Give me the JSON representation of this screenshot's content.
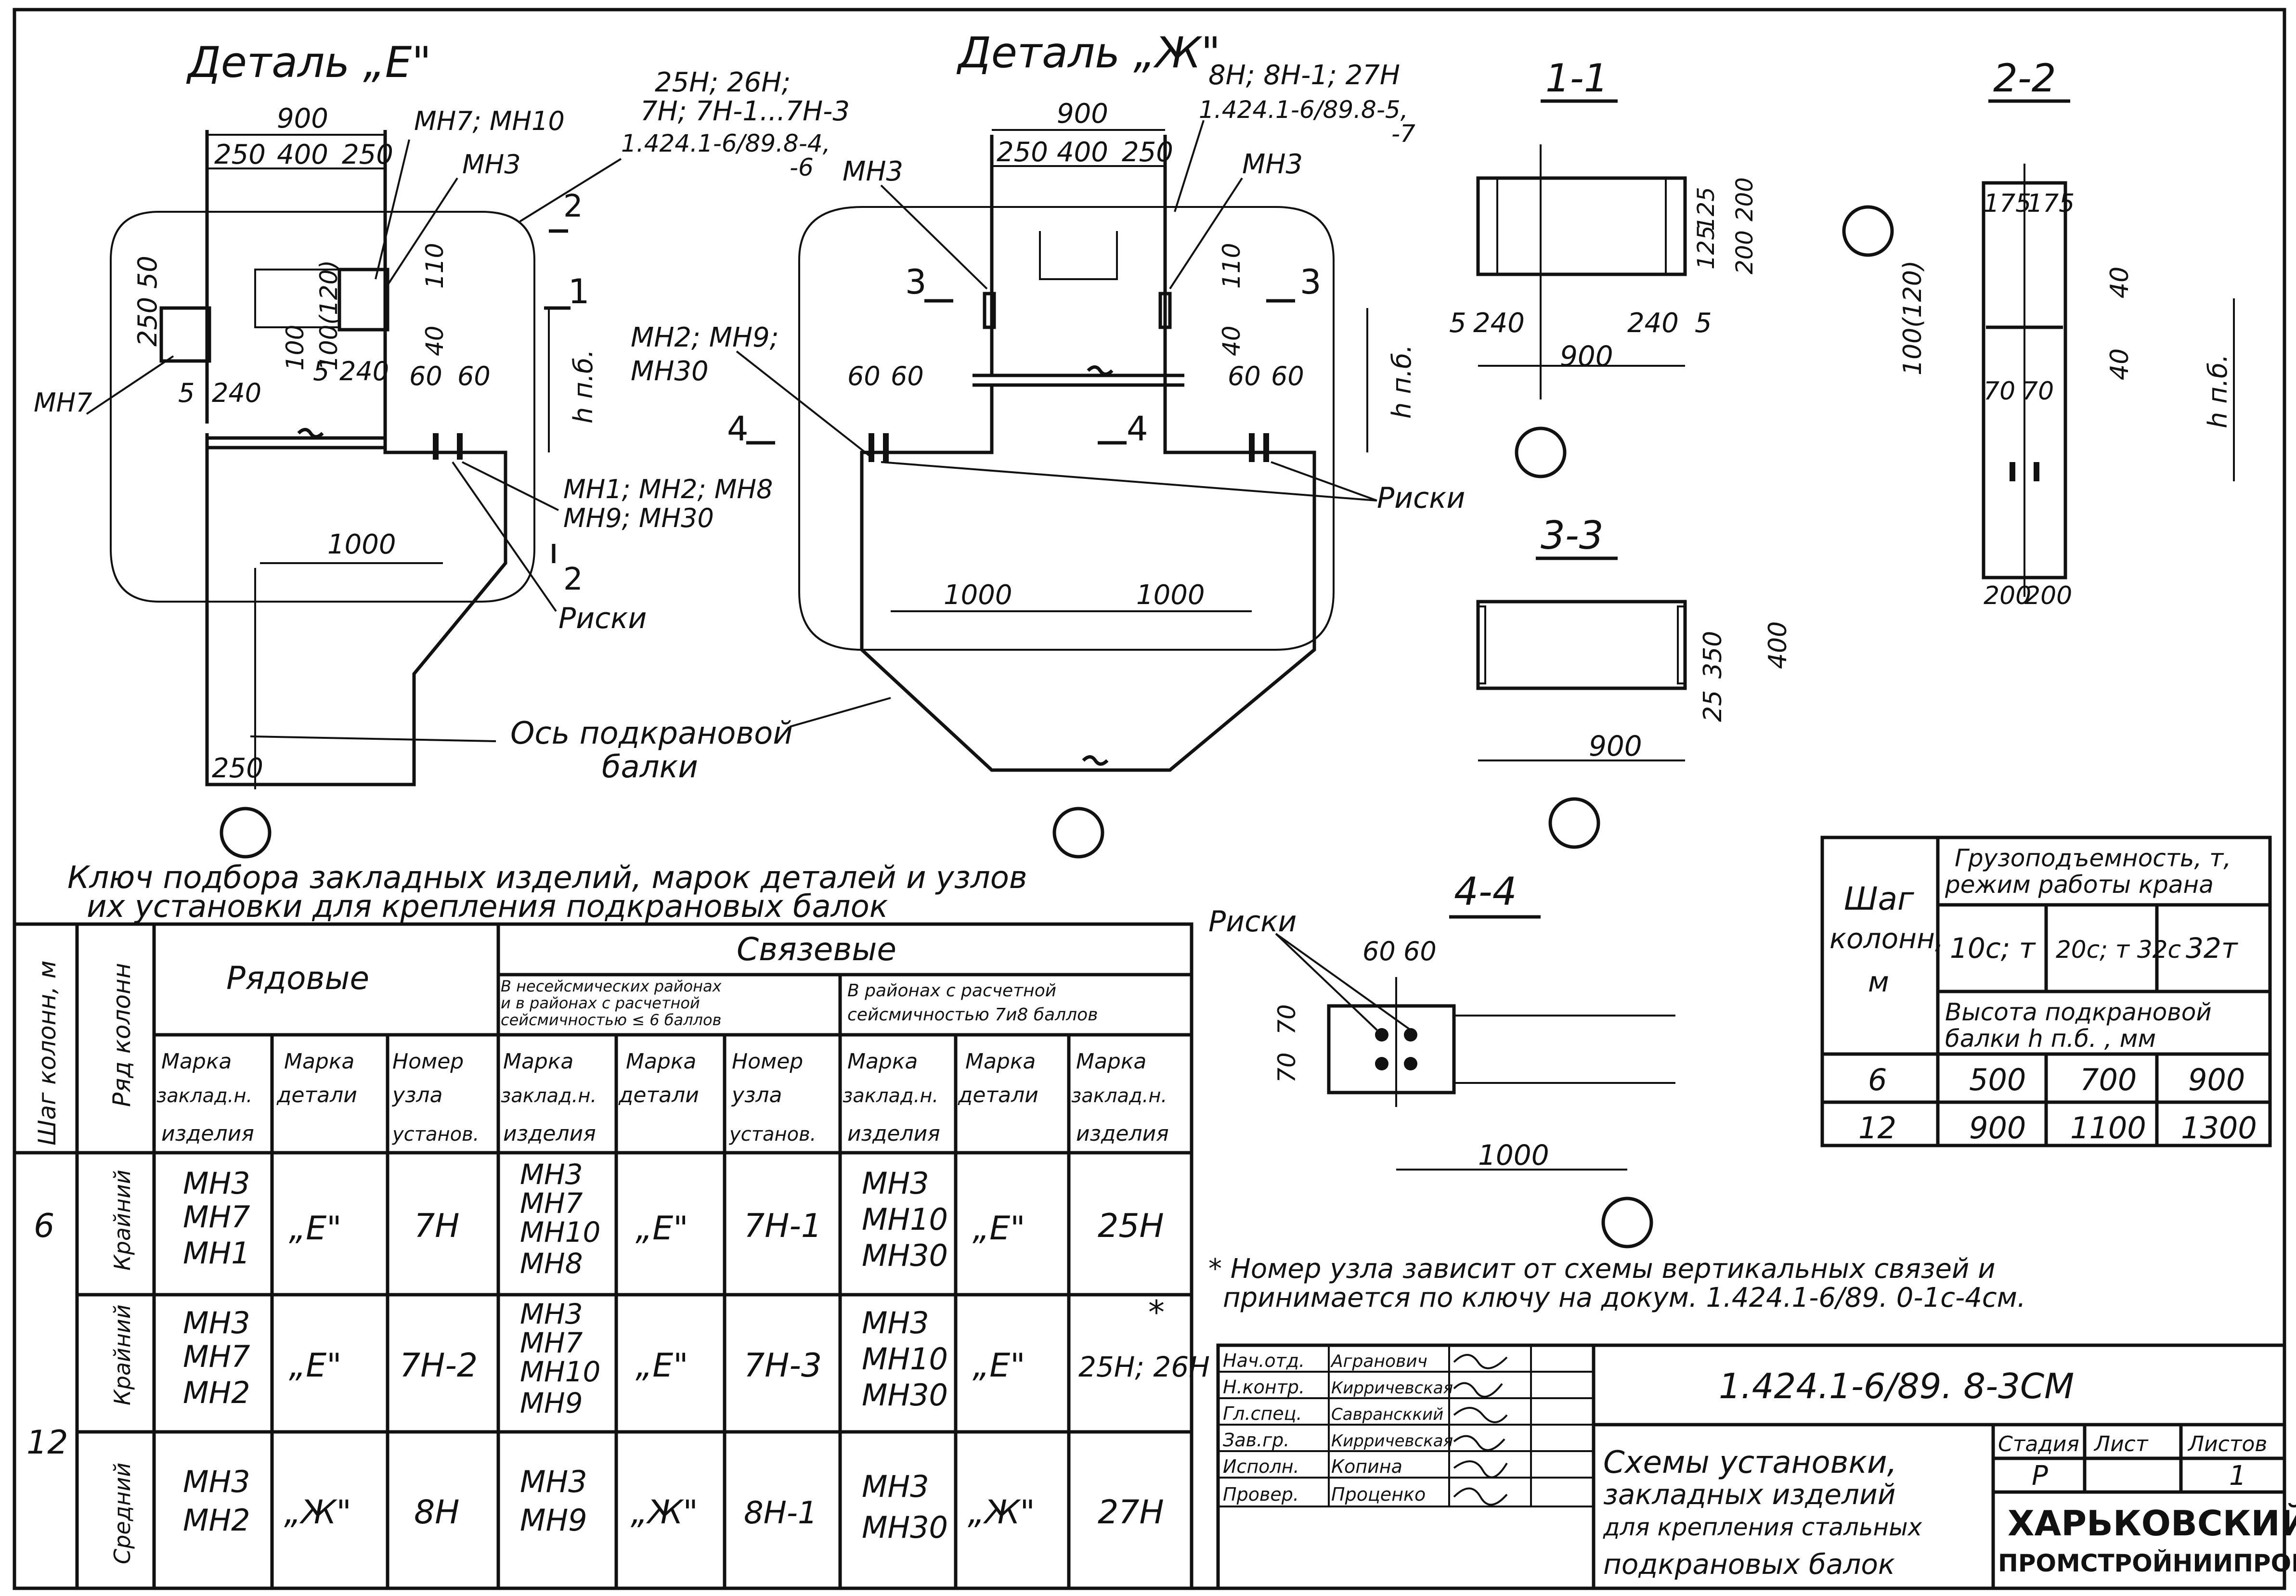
{
  "details": {
    "e_title": "Деталь „Е\"",
    "zh_title": "Деталь „Ж\"",
    "e_callout": [
      "25Н; 26Н;",
      "7Н; 7Н-1...7Н-3",
      "1.424.1-6/89.8-4,",
      "-6"
    ],
    "zh_callout": [
      "8Н; 8Н-1; 27Н",
      "1.424.1-6/89.8-5,",
      "-7"
    ],
    "dims": {
      "d900": "900",
      "d250": "250",
      "d400": "400",
      "d1000": "1000",
      "d60": "60",
      "d5": "5",
      "d240": "240",
      "d110": "110",
      "d40": "40",
      "d100_120": "100(120)",
      "d100": "100",
      "d50": "50",
      "d250_v": "250",
      "hpb": "h п.б."
    },
    "labels": {
      "mn7_mn10": "МН7; МН10",
      "mn3": "МН3",
      "mn7": "МН7",
      "mn2_mn9": "МН2; МН9;",
      "mn30": "МН30",
      "mn1_list_1": "МН1; МН2; МН8",
      "mn1_list_2": "МН9; МН30",
      "riski": "Риски",
      "axis_1": "Ось подкрановой",
      "axis_2": "балки",
      "cut1": "1",
      "cut2": "2",
      "cut3": "3",
      "cut4": "4"
    }
  },
  "sections": {
    "s11": "1-1",
    "s22": "2-2",
    "s33": "3-3",
    "s44": "4-4",
    "s11_dims": {
      "d125": "125",
      "d200": "200",
      "d5": "5",
      "d240": "240",
      "d900": "900"
    },
    "s22_dims": {
      "d175": "175",
      "d40": "40",
      "d70": "70",
      "d200": "200",
      "d100_120": "100(120)",
      "hpb": "h п.б."
    },
    "s33_dims": {
      "d350": "350",
      "d400": "400",
      "d25": "25",
      "d900": "900"
    },
    "s44_dims": {
      "d60": "60",
      "d70": "70",
      "d1000": "1000",
      "riski": "Риски"
    }
  },
  "crane_table": {
    "col_spacing": [
      "Шаг",
      "колонн,",
      "м"
    ],
    "capacity_header": [
      "Грузоподъемность, т,",
      "режим работы крана"
    ],
    "capacities": [
      "10с; т",
      "20с; т 32с",
      "32т"
    ],
    "height_header": [
      "Высота подкрановой",
      "балки h п.б. , мм"
    ],
    "rows": [
      {
        "step": "6",
        "values": [
          "500",
          "700",
          "900"
        ]
      },
      {
        "step": "12",
        "values": [
          "900",
          "1100",
          "1300"
        ]
      }
    ]
  },
  "key_title": [
    "Ключ подбора закладных изделий, марок деталей и узлов",
    "их установки для крепления подкрановых балок"
  ],
  "key_table": {
    "h_step": "Шаг колонн, м",
    "h_row": "Ряд колонн",
    "h_ordinary": "Рядовые",
    "h_bracing": "Связевые",
    "h_bracing_a": [
      "В несейсмических районах",
      "и в районах с расчетной",
      "сейсмичностью ≤ 6 баллов"
    ],
    "h_bracing_b": [
      "В районах с расчетной",
      "сейсмичностью 7и8 баллов"
    ],
    "h_mark_emb": [
      "Марка",
      "заклад.н.",
      "изделия"
    ],
    "h_mark_det": [
      "Марка",
      "детали"
    ],
    "h_node": [
      "Номер",
      "узла",
      "установ."
    ],
    "rows": [
      {
        "step": "6",
        "row": "Крайний",
        "o_emb": [
          "МН3",
          "МН7",
          "МН1"
        ],
        "o_det": "„Е\"",
        "o_node": "7Н",
        "a_emb": [
          "МН3",
          "МН7",
          "МН10",
          "МН8"
        ],
        "a_det": "„Е\"",
        "a_node": "7Н-1",
        "b_emb": [
          "МН3",
          "МН10",
          "МН30"
        ],
        "b_det": "„Е\"",
        "b_node": "25Н"
      },
      {
        "step": "12",
        "row": "Крайний",
        "o_emb": [
          "МН3",
          "МН7",
          "МН2"
        ],
        "o_det": "„Е\"",
        "o_node": "7Н-2",
        "a_emb": [
          "МН3",
          "МН7",
          "МН10",
          "МН9"
        ],
        "a_det": "„Е\"",
        "a_node": "7Н-3",
        "b_emb": [
          "МН3",
          "МН10",
          "МН30"
        ],
        "b_det": "„Е\"",
        "b_node": "25Н; 26Н",
        "b_star": "*"
      },
      {
        "step": "",
        "row": "Средний",
        "o_emb": [
          "МН3",
          "МН2"
        ],
        "o_det": "„Ж\"",
        "o_node": "8Н",
        "a_emb": [
          "МН3",
          "МН9"
        ],
        "a_det": "„Ж\"",
        "a_node": "8Н-1",
        "b_emb": [
          "МН3",
          "МН30"
        ],
        "b_det": "„Ж\"",
        "b_node": "27Н"
      }
    ]
  },
  "footnote": [
    "* Номер узла зависит от схемы вертикальных связей и",
    "принимается по ключу на докум. 1.424.1-6/89. 0-1с-4см."
  ],
  "stamp": {
    "code": "1.424.1-6/89. 8-3СМ",
    "roles": [
      "Нач.отд.",
      "Н.контр.",
      "Гл.спец.",
      "Зав.гр.",
      "Исполн.",
      "Провер."
    ],
    "names": [
      "Агранович",
      "Кирричевская",
      "Саврансккий",
      "Кирричевская",
      "Копина",
      "Проценко"
    ],
    "title": [
      "Схемы установки,",
      "закладных изделий",
      "для крепления стальных",
      "подкрановых балок"
    ],
    "stage_label": "Стадия",
    "sheet_label": "Лист",
    "sheets_label": "Листов",
    "stage": "Р",
    "sheet": "",
    "sheets": "1",
    "org1": "ХАРЬКОВСКИЙ",
    "org2": "ПРОМСТРОЙНИИПРОЕКТ"
  }
}
